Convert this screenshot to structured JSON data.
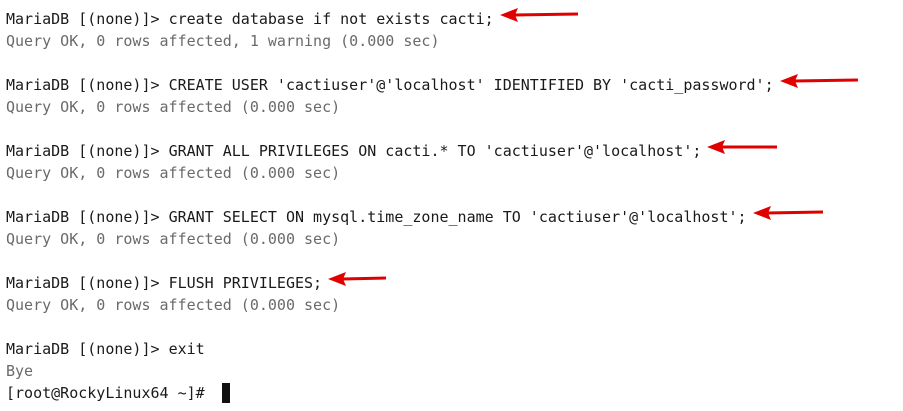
{
  "terminal": {
    "prompt": "MariaDB [(none)]> ",
    "accent_color": "#e00000",
    "entries": [
      {
        "command": "create database if not exists cacti;",
        "output": "Query OK, 0 rows affected, 1 warning (0.000 sec)"
      },
      {
        "command": "CREATE USER 'cactiuser'@'localhost' IDENTIFIED BY 'cacti_password';",
        "output": "Query OK, 0 rows affected (0.000 sec)"
      },
      {
        "command": "GRANT ALL PRIVILEGES ON cacti.* TO 'cactiuser'@'localhost';",
        "output": "Query OK, 0 rows affected (0.000 sec)"
      },
      {
        "command": "GRANT SELECT ON mysql.time_zone_name TO 'cactiuser'@'localhost';",
        "output": "Query OK, 0 rows affected (0.000 sec)"
      },
      {
        "command": "FLUSH PRIVILEGES;",
        "output": "Query OK, 0 rows affected (0.000 sec)"
      },
      {
        "command": "exit",
        "output": "Bye"
      }
    ],
    "shell_prompt": "[root@RockyLinux64 ~]# ",
    "arrow_icon": "red-left-arrow-icon"
  }
}
